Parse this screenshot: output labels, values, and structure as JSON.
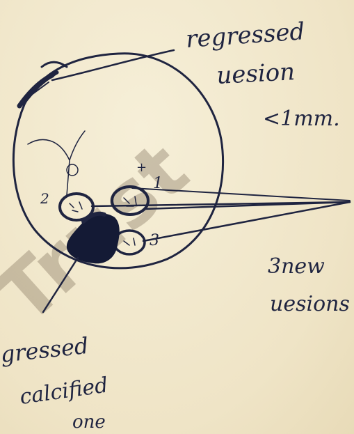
{
  "annotations": {
    "top_right_line1": "regressed",
    "top_right_line2": "uesion",
    "top_right_line3": "<1mm.",
    "right_line1": "3new",
    "right_line2": "uesions",
    "bottom_line1": "gressed",
    "bottom_line2": "calcified",
    "bottom_line3": "one"
  },
  "lesion_labels": {
    "one": "1",
    "two": "2",
    "three": "3",
    "plus": "+"
  },
  "watermark": {
    "text": "Trust"
  },
  "colors": {
    "ink": "#1f2440",
    "paper": "#f2e9cf"
  }
}
